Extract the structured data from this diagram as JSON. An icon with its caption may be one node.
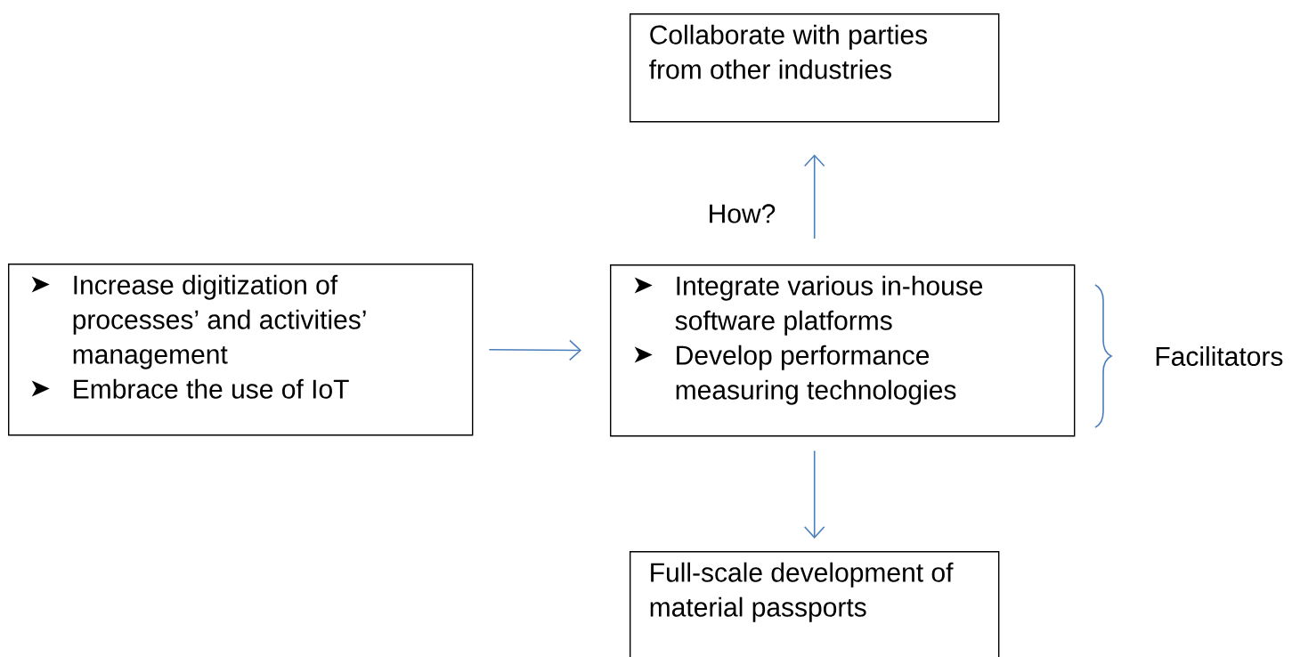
{
  "diagram": {
    "nodes": [
      {
        "text": [
          "Collaborate with parties from other industries"
        ]
      },
      {
        "text": [
          "Increase digitization of processes’ and activities’ management",
          "Embrace the use of IoT"
        ]
      },
      {
        "text": [
          "Integrate various in-house software platforms",
          "Develop performance measuring technologies"
        ]
      },
      {
        "text": [
          "Full-scale development of material passports"
        ]
      }
    ],
    "edges": [
      {
        "from": 1,
        "to": 2,
        "arrow": "to"
      },
      {
        "from": 2,
        "to": 0,
        "arrow": "to",
        "label": "How?"
      },
      {
        "from": 2,
        "to": 3,
        "arrow": "to"
      }
    ],
    "labels": [
      "Facilitators"
    ]
  }
}
